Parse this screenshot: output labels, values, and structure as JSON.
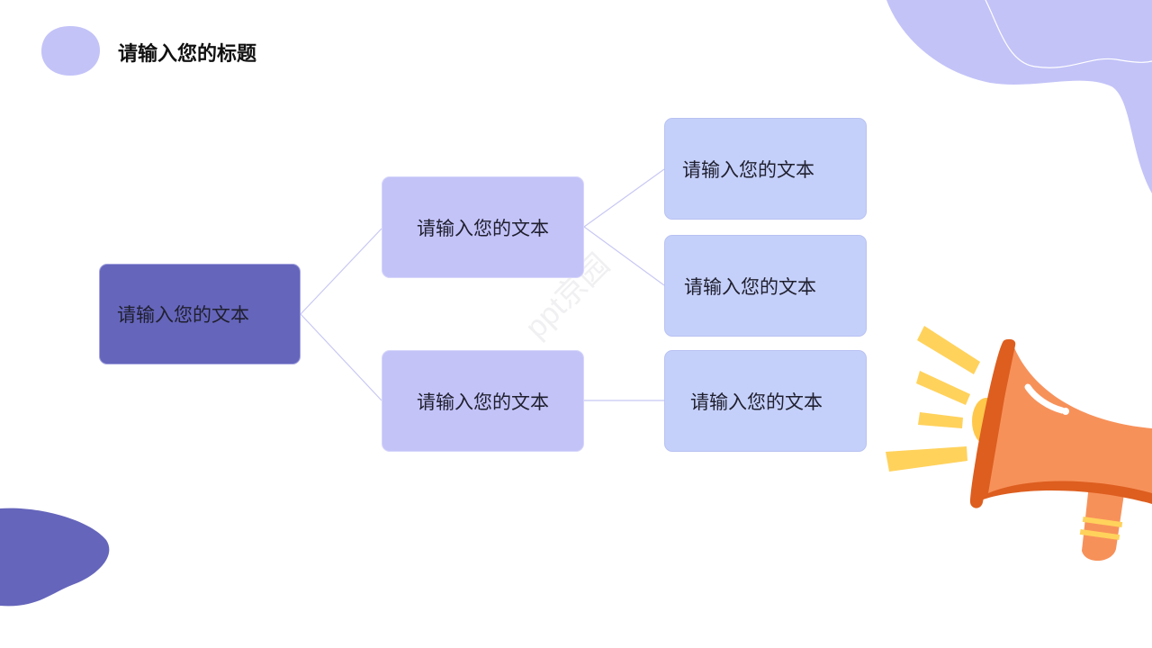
{
  "slide": {
    "title": "请输入您的标题"
  },
  "diagram": {
    "root": {
      "label": "请输入您的文本"
    },
    "branches": [
      {
        "label": "请输入您的文本",
        "children": [
          {
            "label": "请输入您的文本"
          },
          {
            "label": "请输入您的文本"
          }
        ]
      },
      {
        "label": "请输入您的文本",
        "children": [
          {
            "label": "请输入您的文本"
          }
        ]
      }
    ]
  },
  "watermark": "ppt京园",
  "colors": {
    "root_fill": "#6565bc",
    "branch_fill": "#c3c3f8",
    "leaf_fill": "#c5d0fa",
    "connector": "#c8c8f4",
    "blob_light": "#c3c3f8",
    "blob_dark": "#6565bc",
    "megaphone_orange": "#f7915a",
    "megaphone_dark": "#dd5e1f",
    "burst_yellow": "#ffd25c"
  },
  "decorations": {
    "title_marker": "circle-blob-icon",
    "megaphone": "megaphone-icon"
  }
}
